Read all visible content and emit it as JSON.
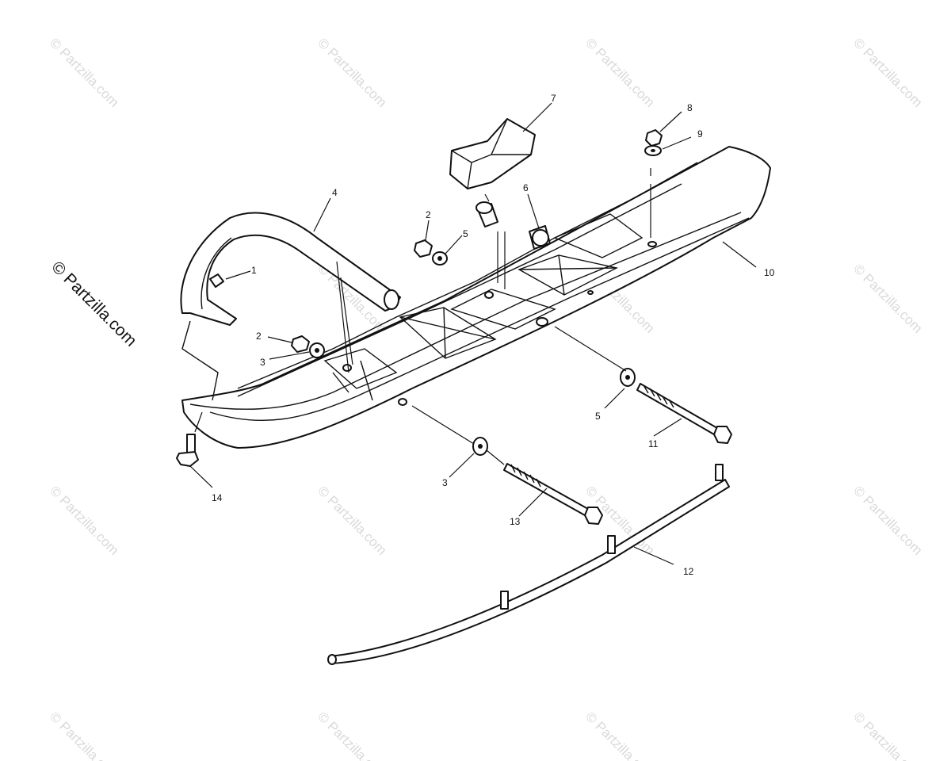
{
  "diagram": {
    "callouts": [
      {
        "id": "c1",
        "text": "1"
      },
      {
        "id": "c2a",
        "text": "2"
      },
      {
        "id": "c2b",
        "text": "2"
      },
      {
        "id": "c3a",
        "text": "3"
      },
      {
        "id": "c3b",
        "text": "3"
      },
      {
        "id": "c4",
        "text": "4"
      },
      {
        "id": "c5a",
        "text": "5"
      },
      {
        "id": "c5b",
        "text": "5"
      },
      {
        "id": "c6",
        "text": "6"
      },
      {
        "id": "c7",
        "text": "7"
      },
      {
        "id": "c8",
        "text": "8"
      },
      {
        "id": "c9",
        "text": "9"
      },
      {
        "id": "c10",
        "text": "10"
      },
      {
        "id": "c11",
        "text": "11"
      },
      {
        "id": "c12",
        "text": "12"
      },
      {
        "id": "c13",
        "text": "13"
      },
      {
        "id": "c14",
        "text": "14"
      }
    ]
  },
  "watermark": {
    "text": "© Partzilla.com",
    "main_text": "© Partzilla.com"
  },
  "colors": {
    "line": "#111111",
    "watermark": "#d9d9d9"
  }
}
